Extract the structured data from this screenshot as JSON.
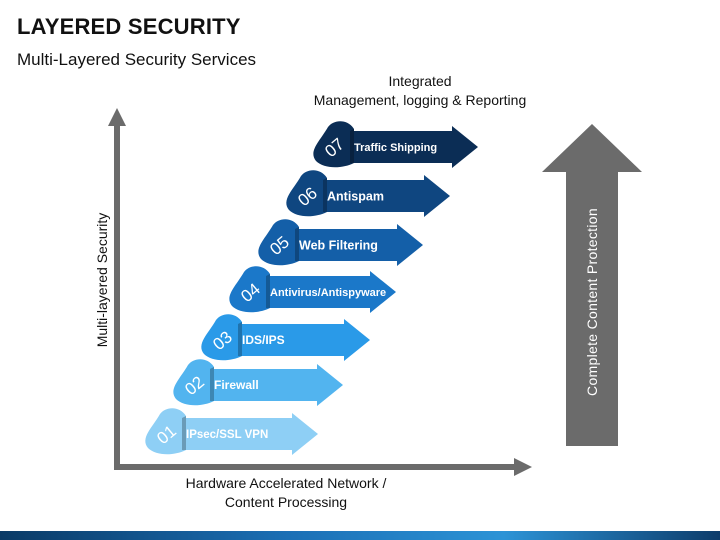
{
  "header": {
    "title": "LAYERED SECURITY",
    "subtitle": "Multi-Layered Security Services"
  },
  "diagram": {
    "top_label_line1": "Integrated",
    "top_label_line2": "Management, logging & Reporting",
    "bottom_label_line1": "Hardware Accelerated Network /",
    "bottom_label_line2": "Content Processing",
    "y_axis_label": "Multi-layered Security",
    "right_arrow_label": "Complete Content Protection",
    "layers": [
      {
        "number": "01",
        "label": "IPsec/SSL VPN",
        "color": "#8ecff5"
      },
      {
        "number": "02",
        "label": "Firewall",
        "color": "#52b4ef"
      },
      {
        "number": "03",
        "label": "IDS/IPS",
        "color": "#2a9ae8"
      },
      {
        "number": "04",
        "label": "Antivirus/Antispyware",
        "color": "#1b78c9"
      },
      {
        "number": "05",
        "label": "Web Filtering",
        "color": "#145fa8"
      },
      {
        "number": "06",
        "label": "Antispam",
        "color": "#0f4680"
      },
      {
        "number": "07",
        "label": "Traffic Shipping",
        "color": "#0b2d55"
      }
    ],
    "axis_color": "#6b6b6b",
    "big_arrow_color": "#6b6b6b"
  }
}
